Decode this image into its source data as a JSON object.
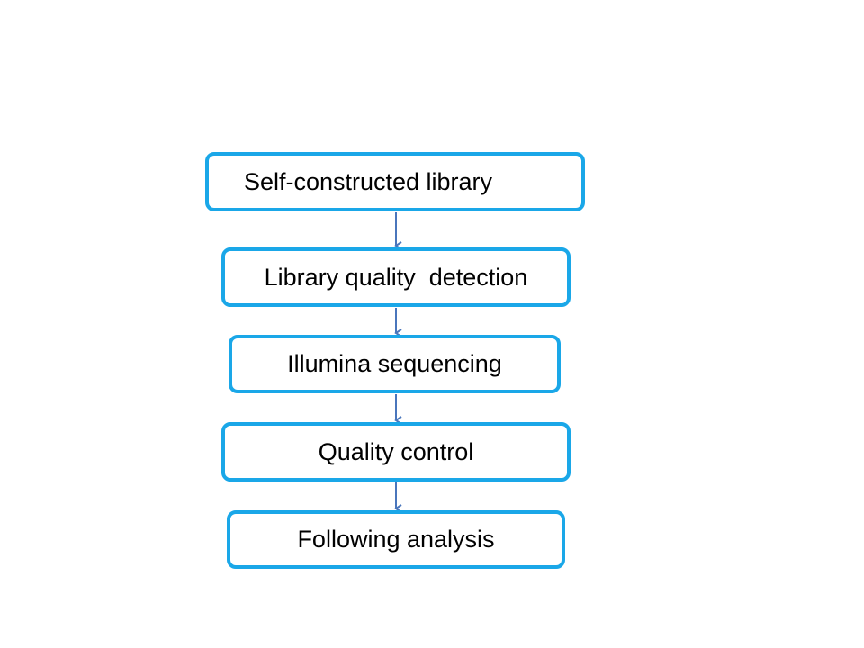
{
  "flowchart": {
    "steps": [
      {
        "label": "Self-constructed library"
      },
      {
        "label": "Library quality  detection"
      },
      {
        "label": "Illumina sequencing"
      },
      {
        "label": "Quality control"
      },
      {
        "label": "Following analysis"
      }
    ]
  },
  "colors": {
    "box_border": "#1aa7e8",
    "arrow": "#4a76bc",
    "background": "#ffffff",
    "text": "#000000"
  }
}
